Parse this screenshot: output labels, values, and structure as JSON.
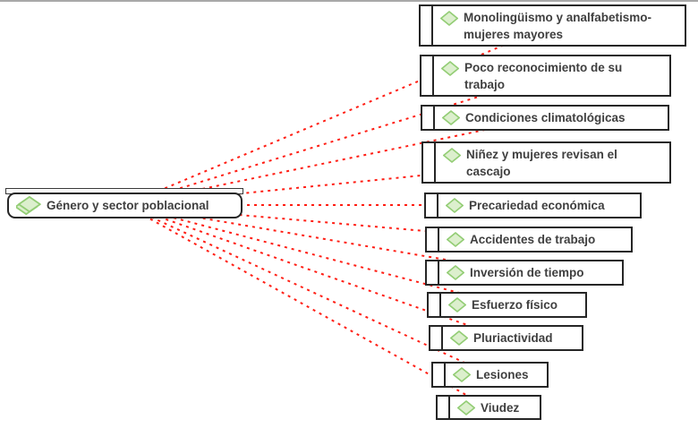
{
  "central_node": {
    "label": "Género y sector poblacional",
    "icon": "double-diamond-icon"
  },
  "nodes": [
    {
      "label": "Monolingüismo y analfabetismo-mujeres mayores"
    },
    {
      "label": "Poco reconocimiento de su trabajo"
    },
    {
      "label": "Condiciones climatológicas"
    },
    {
      "label": "Niñez y mujeres revisan el cascajo"
    },
    {
      "label": "Precariedad económica"
    },
    {
      "label": "Accidentes de trabajo"
    },
    {
      "label": "Inversión de tiempo"
    },
    {
      "label": "Esfuerzo físico"
    },
    {
      "label": "Pluriactividad"
    },
    {
      "label": "Lesiones"
    },
    {
      "label": "Viudez"
    }
  ],
  "connections": {
    "count": 11,
    "style": "red dotted line",
    "from": "Género y sector poblacional"
  },
  "colors": {
    "connector": "#ff1e14",
    "node_border": "#262626",
    "diamond_fill": "#dcefcd",
    "diamond_stroke": "#93cd75",
    "text": "#3f3f3f",
    "background": "#ffffff"
  }
}
